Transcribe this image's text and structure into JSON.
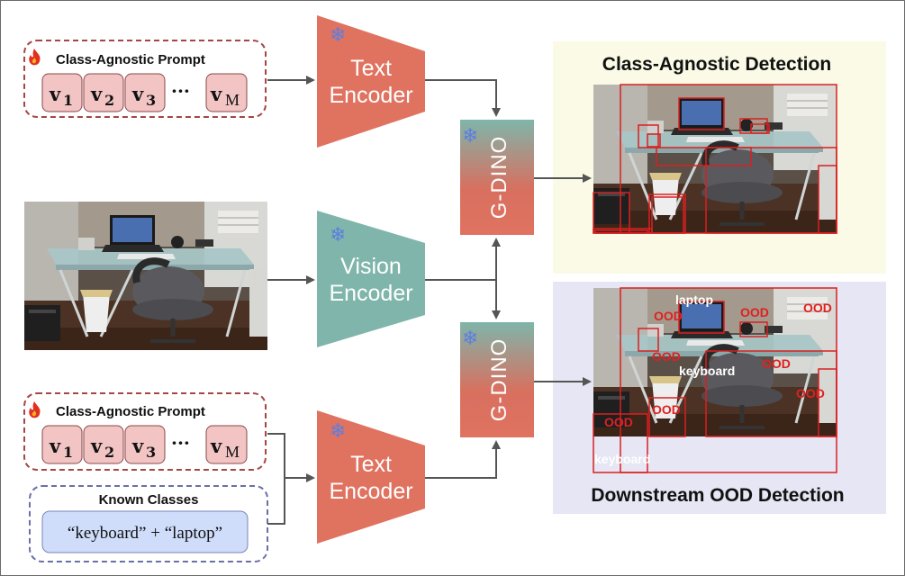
{
  "prompt_top": {
    "title": "Class-Agnostic Prompt",
    "tokens": [
      {
        "base": "v",
        "sub": "1"
      },
      {
        "base": "v",
        "sub": "2"
      },
      {
        "base": "v",
        "sub": "3"
      }
    ],
    "ellipsis": "···",
    "last_token": {
      "base": "v",
      "sub": "M"
    },
    "icon": "fire-icon"
  },
  "prompt_bottom": {
    "title": "Class-Agnostic Prompt",
    "tokens": [
      {
        "base": "v",
        "sub": "1"
      },
      {
        "base": "v",
        "sub": "2"
      },
      {
        "base": "v",
        "sub": "3"
      }
    ],
    "ellipsis": "···",
    "last_token": {
      "base": "v",
      "sub": "M"
    },
    "icon": "fire-icon"
  },
  "known_classes": {
    "title": "Known Classes",
    "value": "“keyboard” + “laptop”"
  },
  "encoders": {
    "text_top": {
      "line1": "Text",
      "line2": "Encoder",
      "icon": "snowflake-icon"
    },
    "vision": {
      "line1": "Vision",
      "line2": "Encoder",
      "icon": "snowflake-icon"
    },
    "text_bottom": {
      "line1": "Text",
      "line2": "Encoder",
      "icon": "snowflake-icon"
    }
  },
  "gdino": {
    "top": {
      "label": "G-DINO",
      "icon": "snowflake-icon"
    },
    "bottom": {
      "label": "G-DINO",
      "icon": "snowflake-icon"
    }
  },
  "outputs": {
    "top_title": "Class-Agnostic Detection",
    "bottom_title": "Downstream OOD Detection",
    "ood_label": "OOD",
    "laptop_label": "laptop",
    "keyboard_label": "keyboard"
  },
  "colors": {
    "text_encoder": "#e07260",
    "vision_encoder": "#7fb5aa",
    "prompt_border": "#a54545",
    "token_fill": "#f2c4c4",
    "known_border": "#6b6fa8",
    "known_fill": "#cfdcfa",
    "top_panel": "#fafae6",
    "bottom_panel": "#e6e6f4",
    "box_red": "#d92020",
    "arrow": "#555555"
  }
}
